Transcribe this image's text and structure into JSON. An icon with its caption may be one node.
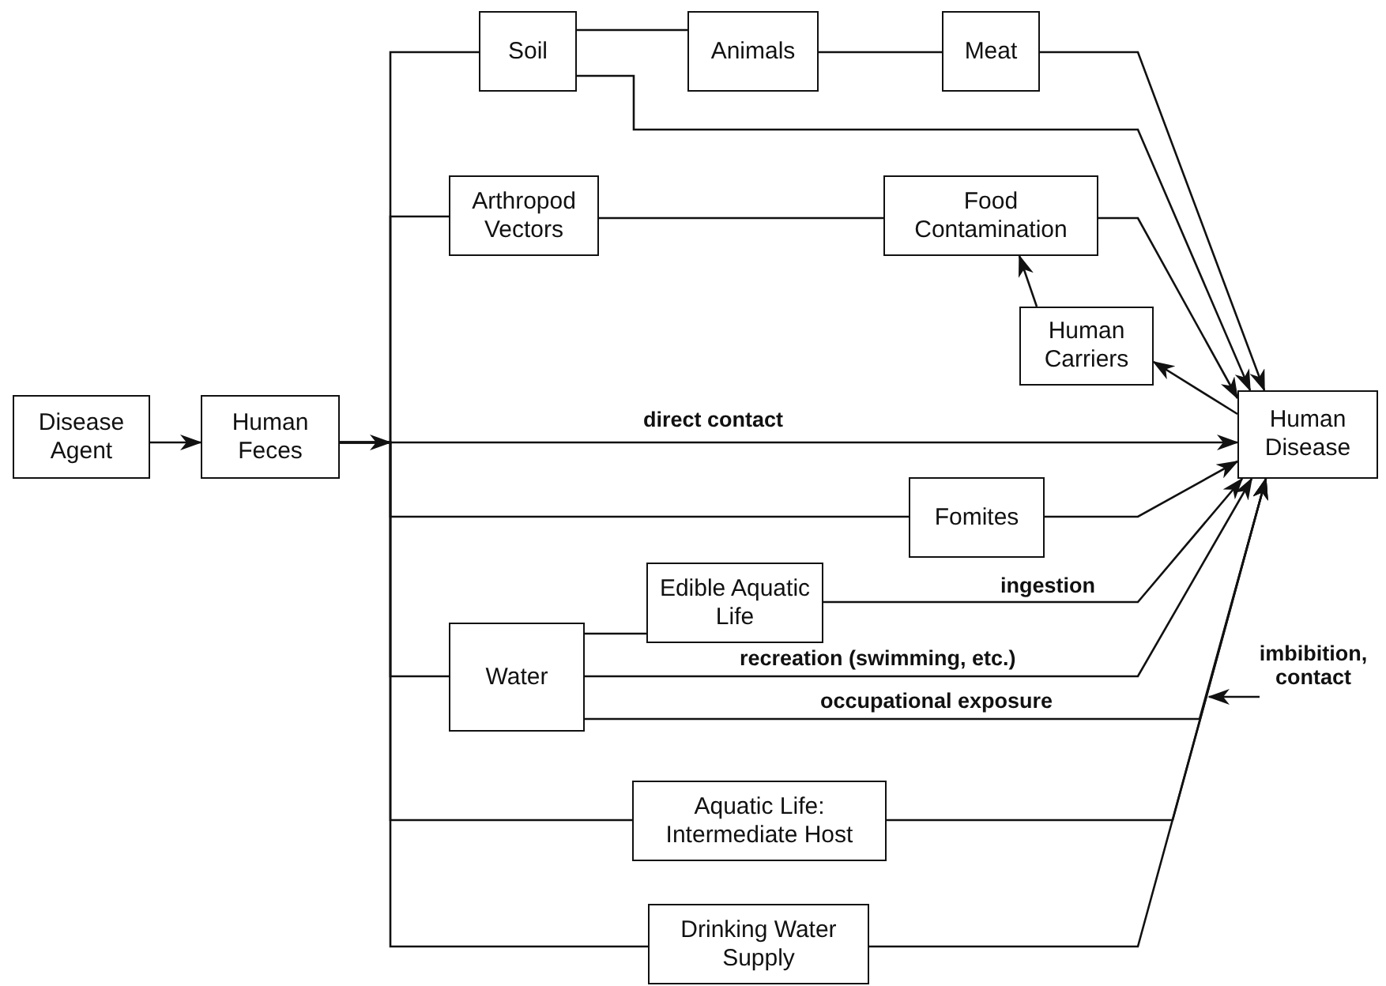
{
  "diagram": {
    "nodes": [
      {
        "text": [
          "Disease Agent"
        ]
      },
      {
        "text": [
          "Human Feces"
        ]
      },
      {
        "text": [
          "Soil"
        ]
      },
      {
        "text": [
          "Animals"
        ]
      },
      {
        "text": [
          "Meat"
        ]
      },
      {
        "text": [
          "Arthropod Vectors"
        ]
      },
      {
        "text": [
          "Food Contamination"
        ]
      },
      {
        "text": [
          "Human Carriers"
        ]
      },
      {
        "text": [
          "Human Disease"
        ]
      },
      {
        "text": [
          "Fomites"
        ]
      },
      {
        "text": [
          "Edible Aquatic Life"
        ]
      },
      {
        "text": [
          "Water"
        ]
      },
      {
        "text": [
          "Aquatic Life: Intermediate Host"
        ]
      },
      {
        "text": [
          "Drinking Water Supply"
        ]
      }
    ],
    "edges": [
      {
        "from": 0,
        "to": 1,
        "arrow": "to"
      },
      {
        "from": 1,
        "to": 2,
        "arrow": "none"
      },
      {
        "from": 1,
        "to": 5,
        "arrow": "none"
      },
      {
        "from": 1,
        "to": 8,
        "arrow": "to",
        "label": "direct contact"
      },
      {
        "from": 1,
        "to": 9,
        "arrow": "none"
      },
      {
        "from": 1,
        "to": 11,
        "arrow": "none"
      },
      {
        "from": 1,
        "to": 12,
        "arrow": "none"
      },
      {
        "from": 1,
        "to": 13,
        "arrow": "none"
      },
      {
        "from": 2,
        "to": 3,
        "arrow": "none"
      },
      {
        "from": 3,
        "to": 4,
        "arrow": "none"
      },
      {
        "from": 4,
        "to": 8,
        "arrow": "to"
      },
      {
        "from": 2,
        "to": 8,
        "arrow": "to"
      },
      {
        "from": 5,
        "to": 6,
        "arrow": "none"
      },
      {
        "from": 6,
        "to": 8,
        "arrow": "to"
      },
      {
        "from": 8,
        "to": 7,
        "arrow": "to"
      },
      {
        "from": 7,
        "to": 6,
        "arrow": "to"
      },
      {
        "from": 9,
        "to": 8,
        "arrow": "to"
      },
      {
        "from": 10,
        "to": 8,
        "arrow": "to",
        "label": "ingestion"
      },
      {
        "from": 11,
        "to": 10,
        "arrow": "none"
      },
      {
        "from": 11,
        "to": 8,
        "arrow": "to",
        "label": "recreation (swimming, etc.)"
      },
      {
        "from": 11,
        "to": 8,
        "arrow": "to",
        "label": "occupational exposure"
      },
      {
        "from": 12,
        "to": 8,
        "arrow": "to"
      },
      {
        "from": 13,
        "to": 8,
        "arrow": "to",
        "label": "imbibition, contact"
      }
    ]
  }
}
